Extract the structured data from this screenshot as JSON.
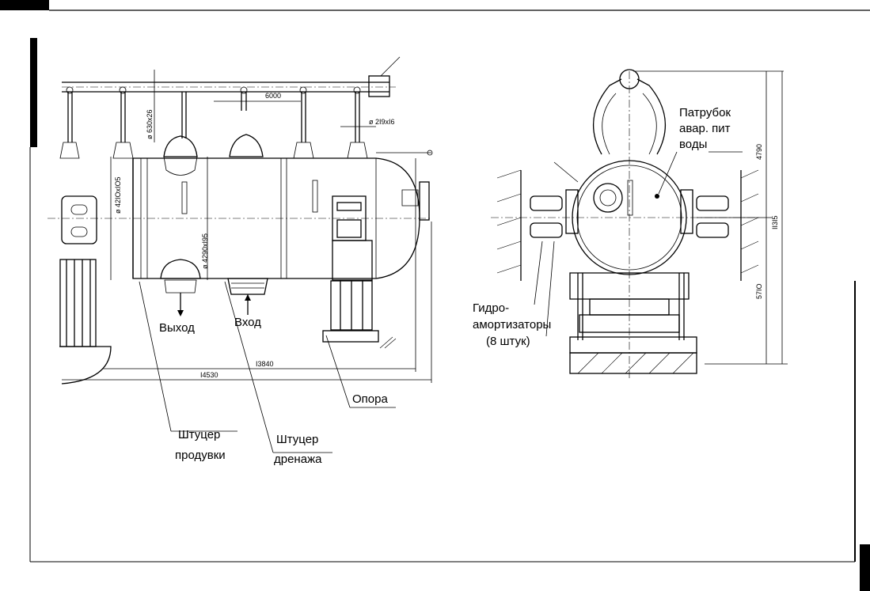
{
  "labels": {
    "vykhod": "Выход",
    "vkhod": "Вход",
    "opora": "Опора",
    "shtucer_produvki_1": "Штуцер",
    "shtucer_produvki_2": "продувки",
    "shtucer_drenazha_1": "Штуцер",
    "shtucer_drenazha_2": "дренажа",
    "patrubok_1": "Патрубок",
    "patrubok_2": "авар. пит",
    "patrubok_3": "воды",
    "gidro_1": "Гидро-",
    "gidro_2": "амортизаторы",
    "gidro_3": "(8 штук)"
  },
  "dimensions": {
    "d630": "ø 630x26",
    "d6000": "6000",
    "d219": "ø 2I9xI6",
    "d4210": "ø 42IOxIO5",
    "d4290": "ø 4290xI95",
    "d13840": "I3840",
    "d14530": "I4530",
    "d4790": "4790",
    "d11315": "II3I5",
    "d5710": "57IO"
  }
}
